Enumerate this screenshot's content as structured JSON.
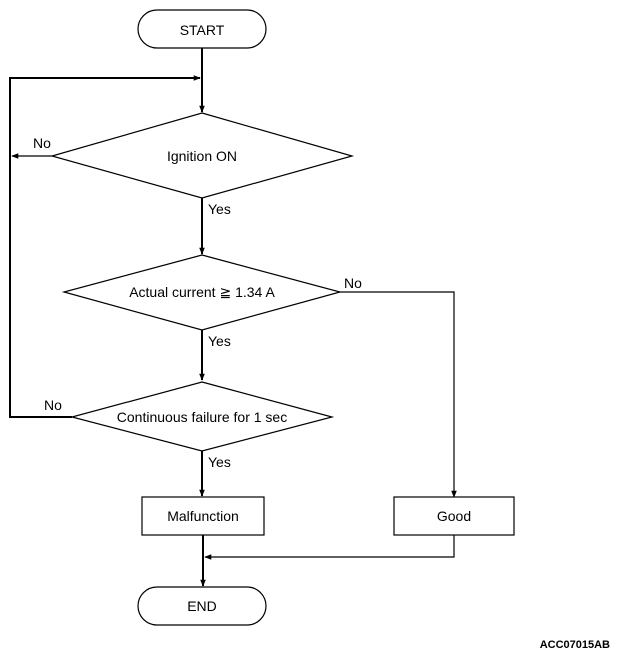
{
  "flowchart": {
    "start_label": "START",
    "end_label": "END",
    "decisions": [
      {
        "text": "Ignition ON",
        "yes": "Yes",
        "no": "No"
      },
      {
        "text": "Actual current ≧ 1.34 A",
        "yes": "Yes",
        "no": "No"
      },
      {
        "text": "Continuous failure for 1 sec",
        "yes": "Yes",
        "no": "No"
      }
    ],
    "processes": {
      "malfunction": "Malfunction",
      "good": "Good"
    }
  },
  "figure_code": "ACC07015AB"
}
